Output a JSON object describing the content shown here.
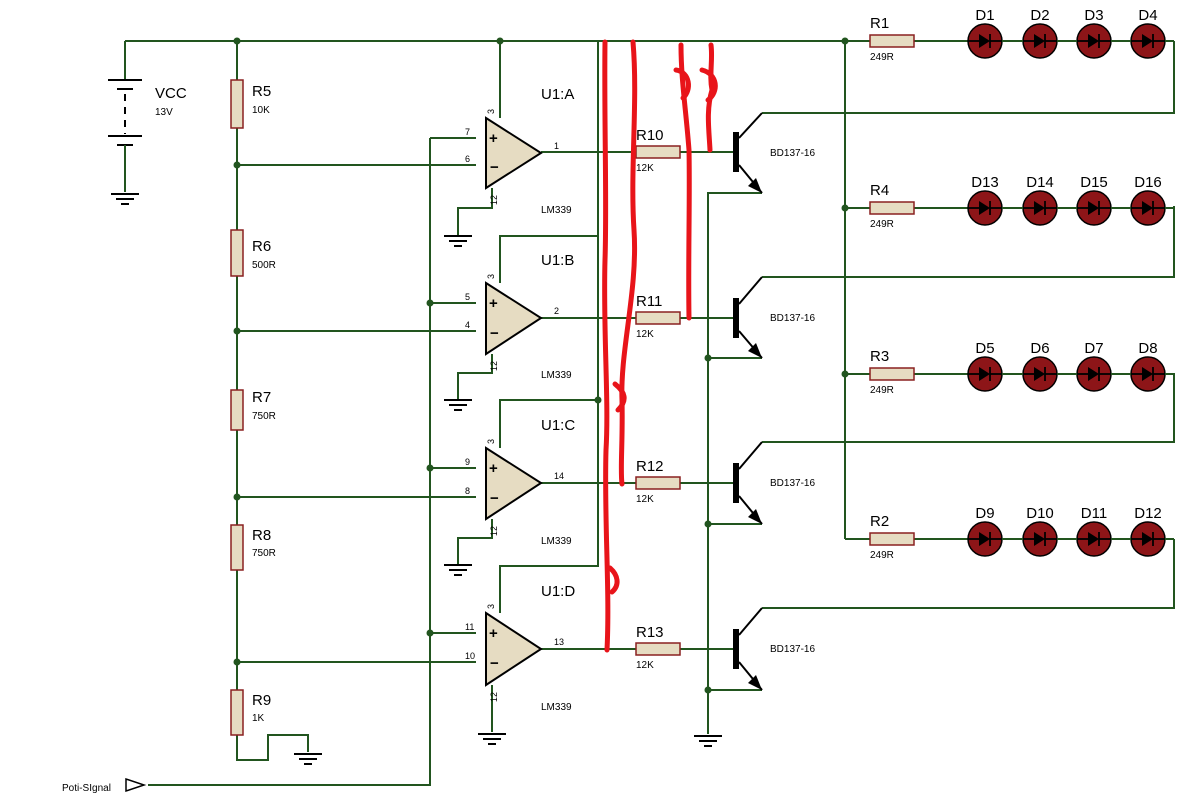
{
  "supply": {
    "name": "VCC",
    "value": "13V"
  },
  "resistors_left": [
    {
      "ref": "R5",
      "value": "10K"
    },
    {
      "ref": "R6",
      "value": "500R"
    },
    {
      "ref": "R7",
      "value": "750R"
    },
    {
      "ref": "R8",
      "value": "750R"
    },
    {
      "ref": "R9",
      "value": "1K"
    }
  ],
  "comparators": [
    {
      "ref": "U1:A",
      "plus_pin": "7",
      "minus_pin": "6",
      "out_pin": "1",
      "vcc_pin": "3",
      "gnd_pin": "12",
      "part": "LM339"
    },
    {
      "ref": "U1:B",
      "plus_pin": "5",
      "minus_pin": "4",
      "out_pin": "2",
      "vcc_pin": "3",
      "gnd_pin": "12",
      "part": "LM339"
    },
    {
      "ref": "U1:C",
      "plus_pin": "9",
      "minus_pin": "8",
      "out_pin": "14",
      "vcc_pin": "3",
      "gnd_pin": "12",
      "part": "LM339"
    },
    {
      "ref": "U1:D",
      "plus_pin": "11",
      "minus_pin": "10",
      "out_pin": "13",
      "vcc_pin": "3",
      "gnd_pin": "12",
      "part": "LM339"
    }
  ],
  "base_resistors": [
    {
      "ref": "R10",
      "value": "12K"
    },
    {
      "ref": "R11",
      "value": "12K"
    },
    {
      "ref": "R12",
      "value": "12K"
    },
    {
      "ref": "R13",
      "value": "12K"
    }
  ],
  "transistor_part": "BD137-16",
  "led_rows": [
    {
      "res_ref": "R1",
      "res_value": "249R",
      "leds": [
        "D1",
        "D2",
        "D3",
        "D4"
      ]
    },
    {
      "res_ref": "R4",
      "res_value": "249R",
      "leds": [
        "D13",
        "D14",
        "D15",
        "D16"
      ]
    },
    {
      "res_ref": "R3",
      "res_value": "249R",
      "leds": [
        "D5",
        "D6",
        "D7",
        "D8"
      ]
    },
    {
      "res_ref": "R2",
      "res_value": "249R",
      "leds": [
        "D9",
        "D10",
        "D11",
        "D12"
      ]
    }
  ],
  "input_label": "Poti-SIgnal",
  "colors": {
    "wire": "#22551f",
    "led": "#8d1518",
    "component_body": "#e6dcc2",
    "markup": "#e8141a"
  }
}
